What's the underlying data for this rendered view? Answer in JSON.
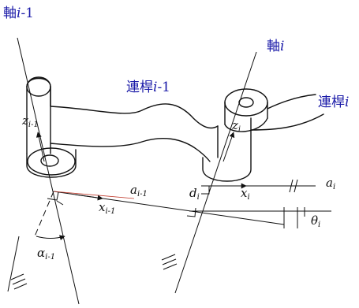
{
  "labels": {
    "axis_prev": {
      "main": "軸",
      "var": "i",
      "suffix": "-1"
    },
    "axis_curr": {
      "main": "軸",
      "var": "i"
    },
    "link_prev": {
      "main": "連桿",
      "var": "i",
      "suffix": "-1"
    },
    "link_curr": {
      "main": "連桿",
      "var": "i"
    },
    "z_prev": {
      "base": "z",
      "sub": "i-1"
    },
    "z_curr": {
      "base": "z",
      "sub": "i"
    },
    "x_prev": {
      "base": "x",
      "sub": "i-1"
    },
    "x_curr": {
      "base": "x",
      "sub": "i"
    },
    "a_prev": {
      "base": "a",
      "sub": "i-1"
    },
    "a_curr": {
      "base": "a",
      "sub": "i"
    },
    "d_curr": {
      "base": "d",
      "sub": "i"
    },
    "alpha_prev": {
      "base": "α",
      "sub": "i-1"
    },
    "theta_curr": {
      "base": "θ",
      "sub": "i"
    }
  },
  "colors": {
    "label_blue": "#1a1aa8",
    "ink": "#111111"
  }
}
